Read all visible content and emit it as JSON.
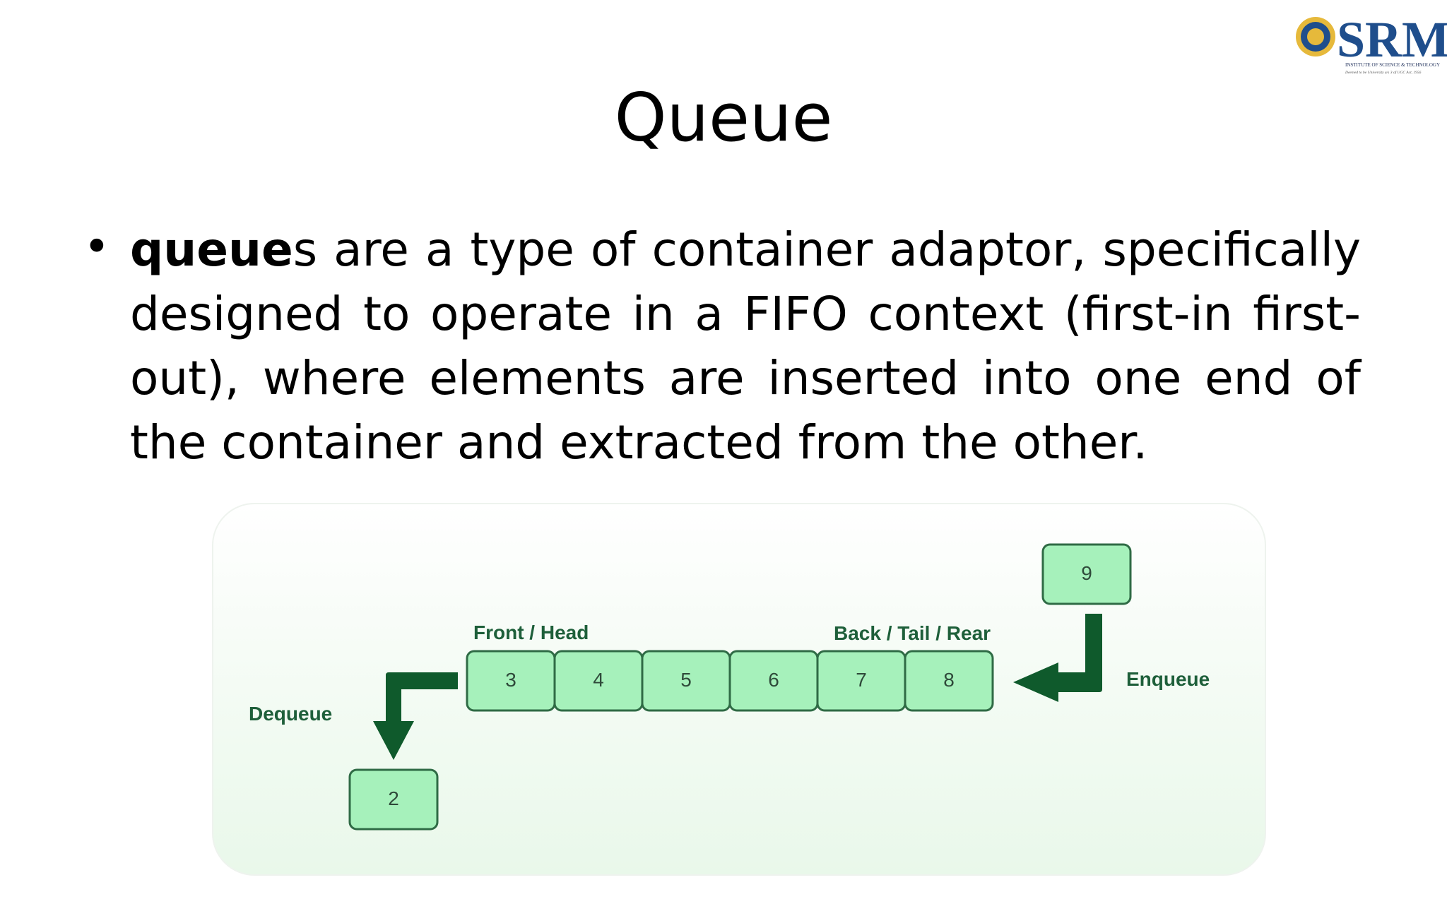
{
  "header": {
    "logo_text": "SRM",
    "logo_subtext": "INSTITUTE OF SCIENCE & TECHNOLOGY",
    "logo_tagline": "Deemed to be University u/s 3 of UGC Act, 1956"
  },
  "slide": {
    "title": "Queue",
    "bullet": {
      "bold": "queue",
      "text": "s are a type of container adaptor, specifically designed to operate in a FIFO context (first-in first-out), where elements are inserted into one end of the container and extracted from the other."
    }
  },
  "diagram": {
    "front_label": "Front / Head",
    "back_label": "Back / Tail / Rear",
    "dequeue_label": "Dequeue",
    "enqueue_label": "Enqueue",
    "queue_items": [
      "3",
      "4",
      "5",
      "6",
      "7",
      "8"
    ],
    "dequeued_item": "2",
    "enqueued_item": "9",
    "colors": {
      "box_fill": "#a6f1bb",
      "box_stroke": "#2f6b45",
      "arrow": "#0f5a2c",
      "label": "#1e5f3a"
    }
  }
}
